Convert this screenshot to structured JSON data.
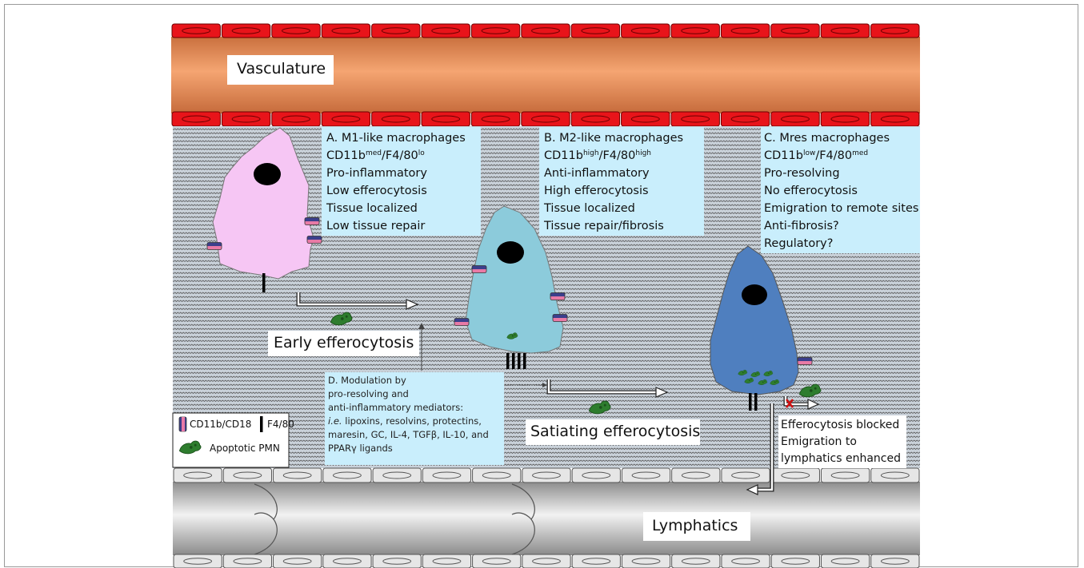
{
  "colors": {
    "endothelium": "#e8141a",
    "vessel": "#e59460",
    "tissue": "#c8d0d8",
    "box": "#c9eefc",
    "m1": "#f6c6f4",
    "m2": "#8ccbdb",
    "mres": "#4f7fbf",
    "pmn": "#2f7f2f",
    "lymph": "#c0c0c0"
  },
  "vasculature_label": "Vasculature",
  "lymphatics_label": "Lymphatics",
  "box_a": {
    "title": "A. M1-like macrophages",
    "marker_base": "CD11b",
    "marker_sup1": "med",
    "marker_mid": "/F4/80",
    "marker_sup2": "lo",
    "lines": [
      "Pro-inflammatory",
      "Low efferocytosis",
      "Tissue localized",
      "Low tissue repair"
    ]
  },
  "box_b": {
    "title": "B. M2-like macrophages",
    "marker_base": "CD11b",
    "marker_sup1": "high",
    "marker_mid": "/F4/80",
    "marker_sup2": "high",
    "lines": [
      "Anti-inflammatory",
      "High efferocytosis",
      "Tissue localized",
      "Tissue repair/fibrosis"
    ]
  },
  "box_c": {
    "title": "C. Mres macrophages",
    "marker_base": "CD11b",
    "marker_sup1": "low",
    "marker_mid": "/F4/80",
    "marker_sup2": "med",
    "lines": [
      "Pro-resolving",
      "No efferocytosis",
      "Emigration to remote sites",
      "Anti-fibrosis?",
      "Regulatory?"
    ]
  },
  "box_d": {
    "lines": [
      "D. Modulation by",
      "pro-resolving and",
      "anti-inflammatory mediators:"
    ],
    "ie": "i.e.",
    "line4_rest": " lipoxins, resolvins, protectins,",
    "line5": "maresin, GC, IL-4, TGFβ, IL-10, and",
    "line6": "PPARγ ligands"
  },
  "early_label": "Early efferocytosis",
  "satiating_label": "Satiating efferocytosis",
  "blocked_lines": [
    "Efferocytosis blocked",
    "Emigration to",
    "lymphatics enhanced"
  ],
  "legend": {
    "cd11b": "CD11b/CD18",
    "f480": "F4/80",
    "pmn": "Apoptotic PMN"
  }
}
